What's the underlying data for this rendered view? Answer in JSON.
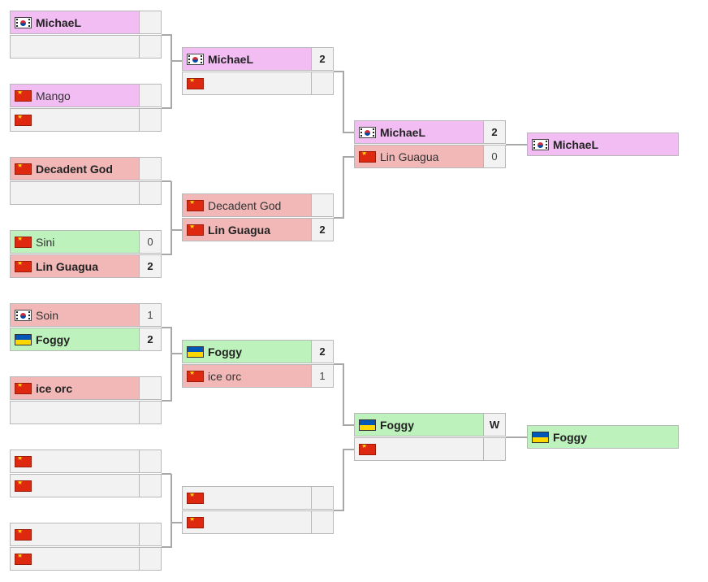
{
  "colors": {
    "winner_pink": "#f2bdf2",
    "loser_red": "#f2b8b8",
    "winner_green": "#bdf2bd",
    "empty": "#f2f2f2",
    "connector": "#a8a8a8"
  },
  "rounds": [
    {
      "name": "round-1",
      "matches": [
        {
          "players": [
            {
              "name": "MichaeL",
              "flag": "kr",
              "score": "",
              "bold": true,
              "color": "pink"
            },
            {
              "name": "",
              "flag": "",
              "score": "",
              "bold": false,
              "color": "empty"
            }
          ]
        },
        {
          "players": [
            {
              "name": "Mango",
              "flag": "cn",
              "score": "",
              "bold": false,
              "color": "pink"
            },
            {
              "name": "",
              "flag": "cn",
              "score": "",
              "bold": false,
              "color": "empty"
            }
          ]
        },
        {
          "players": [
            {
              "name": "Decadent God",
              "flag": "cn",
              "score": "",
              "bold": true,
              "color": "red"
            },
            {
              "name": "",
              "flag": "",
              "score": "",
              "bold": false,
              "color": "empty"
            }
          ]
        },
        {
          "players": [
            {
              "name": "Sini",
              "flag": "cn",
              "score": "0",
              "bold": false,
              "color": "green"
            },
            {
              "name": "Lin Guagua",
              "flag": "cn",
              "score": "2",
              "bold": true,
              "color": "red"
            }
          ]
        },
        {
          "players": [
            {
              "name": "Soin",
              "flag": "kr",
              "score": "1",
              "bold": false,
              "color": "red"
            },
            {
              "name": "Foggy",
              "flag": "ua",
              "score": "2",
              "bold": true,
              "color": "green"
            }
          ]
        },
        {
          "players": [
            {
              "name": "ice orc",
              "flag": "cn",
              "score": "",
              "bold": true,
              "color": "red"
            },
            {
              "name": "",
              "flag": "",
              "score": "",
              "bold": false,
              "color": "empty"
            }
          ]
        },
        {
          "players": [
            {
              "name": "",
              "flag": "cn",
              "score": "",
              "bold": false,
              "color": "empty"
            },
            {
              "name": "",
              "flag": "cn",
              "score": "",
              "bold": false,
              "color": "empty"
            }
          ]
        },
        {
          "players": [
            {
              "name": "",
              "flag": "cn",
              "score": "",
              "bold": false,
              "color": "empty"
            },
            {
              "name": "",
              "flag": "cn",
              "score": "",
              "bold": false,
              "color": "empty"
            }
          ]
        }
      ]
    },
    {
      "name": "round-2",
      "matches": [
        {
          "players": [
            {
              "name": "MichaeL",
              "flag": "kr",
              "score": "2",
              "bold": true,
              "color": "pink"
            },
            {
              "name": "",
              "flag": "cn",
              "score": "",
              "bold": false,
              "color": "empty"
            }
          ]
        },
        {
          "players": [
            {
              "name": "Decadent God",
              "flag": "cn",
              "score": "",
              "bold": false,
              "color": "red"
            },
            {
              "name": "Lin Guagua",
              "flag": "cn",
              "score": "2",
              "bold": true,
              "color": "red"
            }
          ]
        },
        {
          "players": [
            {
              "name": "Foggy",
              "flag": "ua",
              "score": "2",
              "bold": true,
              "color": "green"
            },
            {
              "name": "ice orc",
              "flag": "cn",
              "score": "1",
              "bold": false,
              "color": "red"
            }
          ]
        },
        {
          "players": [
            {
              "name": "",
              "flag": "cn",
              "score": "",
              "bold": false,
              "color": "empty"
            },
            {
              "name": "",
              "flag": "cn",
              "score": "",
              "bold": false,
              "color": "empty"
            }
          ]
        }
      ]
    },
    {
      "name": "round-3",
      "matches": [
        {
          "players": [
            {
              "name": "MichaeL",
              "flag": "kr",
              "score": "2",
              "bold": true,
              "color": "pink"
            },
            {
              "name": "Lin Guagua",
              "flag": "cn",
              "score": "0",
              "bold": false,
              "color": "red"
            }
          ]
        },
        {
          "players": [
            {
              "name": "Foggy",
              "flag": "ua",
              "score": "W",
              "bold": true,
              "color": "green"
            },
            {
              "name": "",
              "flag": "cn",
              "score": "",
              "bold": false,
              "color": "empty"
            }
          ]
        }
      ]
    }
  ],
  "finalists": [
    {
      "name": "MichaeL",
      "flag": "kr",
      "color": "pink"
    },
    {
      "name": "Foggy",
      "flag": "ua",
      "color": "green"
    }
  ]
}
